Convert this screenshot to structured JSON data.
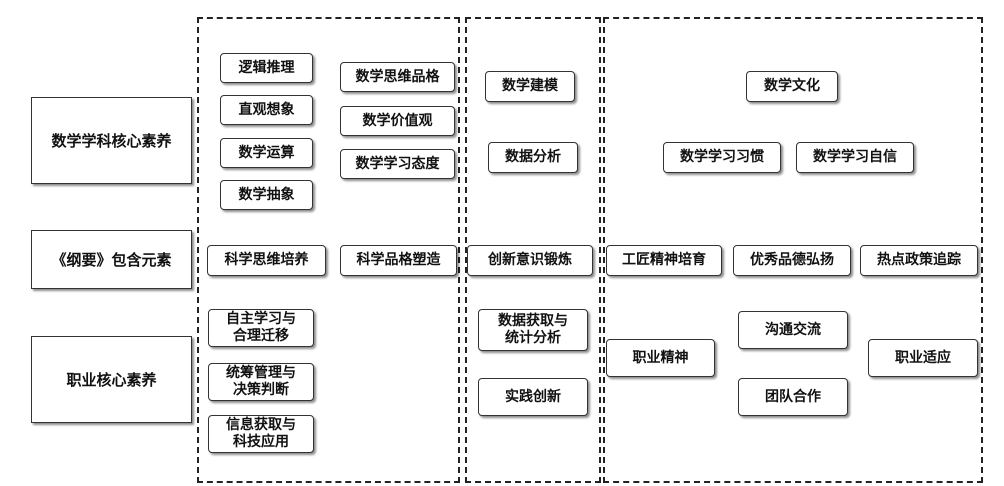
{
  "row_labels": {
    "subject": "数学学科核心素养",
    "outline": "《纲要》包含元素",
    "career": "职业核心素养"
  },
  "col1": {
    "subject": [
      "逻辑推理",
      "直观想象",
      "数学运算",
      "数学抽象"
    ],
    "subject_right": [
      "数学思维品格",
      "数学价值观",
      "数学学习态度"
    ],
    "outline": [
      "科学思维培养",
      "科学品格塑造"
    ],
    "career": [
      "自主学习与\n合理迁移",
      "统筹管理与\n决策判断",
      "信息获取与\n科技应用"
    ]
  },
  "col2": {
    "subject": [
      "数学建模",
      "数据分析"
    ],
    "outline": [
      "创新意识锻炼"
    ],
    "career": [
      "数据获取与\n统计分析",
      "实践创新"
    ]
  },
  "col3": {
    "subject_top": "数学文化",
    "subject_row": [
      "数学学习习惯",
      "数学学习自信"
    ],
    "outline": [
      "工匠精神培育",
      "优秀品德弘扬",
      "热点政策追踪"
    ],
    "career_left": "职业精神",
    "career_mid": [
      "沟通交流",
      "团队合作"
    ],
    "career_right": "职业适应"
  }
}
